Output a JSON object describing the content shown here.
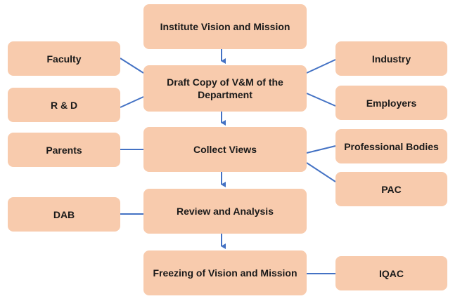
{
  "colors": {
    "node_fill": "#F8CBAD",
    "connector": "#4472C4"
  },
  "center_flow": [
    {
      "id": "vision-mission",
      "label": "Institute Vision and Mission"
    },
    {
      "id": "draft",
      "label": "Draft Copy of V&M of the Department"
    },
    {
      "id": "collect",
      "label": "Collect Views"
    },
    {
      "id": "review",
      "label": "Review and Analysis"
    },
    {
      "id": "freezing",
      "label": "Freezing of Vision and Mission"
    }
  ],
  "left_inputs": [
    {
      "id": "faculty",
      "label": "Faculty",
      "connects_to": "draft"
    },
    {
      "id": "rd",
      "label": "R & D",
      "connects_to": "draft"
    },
    {
      "id": "parents",
      "label": "Parents",
      "connects_to": "collect"
    },
    {
      "id": "dab",
      "label": "DAB",
      "connects_to": "review"
    }
  ],
  "right_inputs": [
    {
      "id": "industry",
      "label": "Industry",
      "connects_to": "draft"
    },
    {
      "id": "employers",
      "label": "Employers",
      "connects_to": "draft"
    },
    {
      "id": "professional",
      "label": "Professional Bodies",
      "connects_to": "collect"
    },
    {
      "id": "pac",
      "label": "PAC",
      "connects_to": "collect"
    },
    {
      "id": "iqac",
      "label": "IQAC",
      "connects_to": "freezing"
    }
  ]
}
